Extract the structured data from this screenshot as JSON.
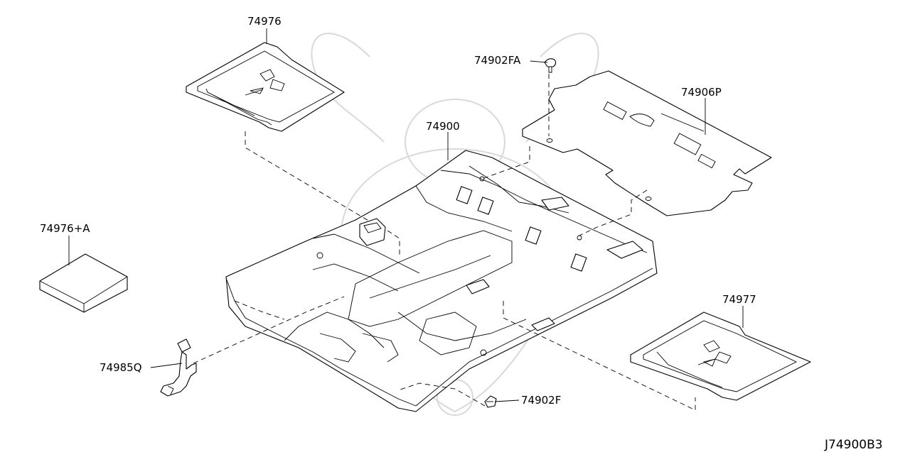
{
  "diagram_id": "J74900B3",
  "parts": [
    {
      "key": "p74976",
      "number": "74976"
    },
    {
      "key": "p74902FA",
      "number": "74902FA"
    },
    {
      "key": "p74906P",
      "number": "74906P"
    },
    {
      "key": "p74900",
      "number": "74900"
    },
    {
      "key": "p74976A",
      "number": "74976+A"
    },
    {
      "key": "p74977",
      "number": "74977"
    },
    {
      "key": "p74985Q",
      "number": "74985Q"
    },
    {
      "key": "p74902F",
      "number": "74902F"
    }
  ],
  "colors": {
    "line": "#000000",
    "watermark": "#d9d9d9",
    "background": "#ffffff"
  }
}
